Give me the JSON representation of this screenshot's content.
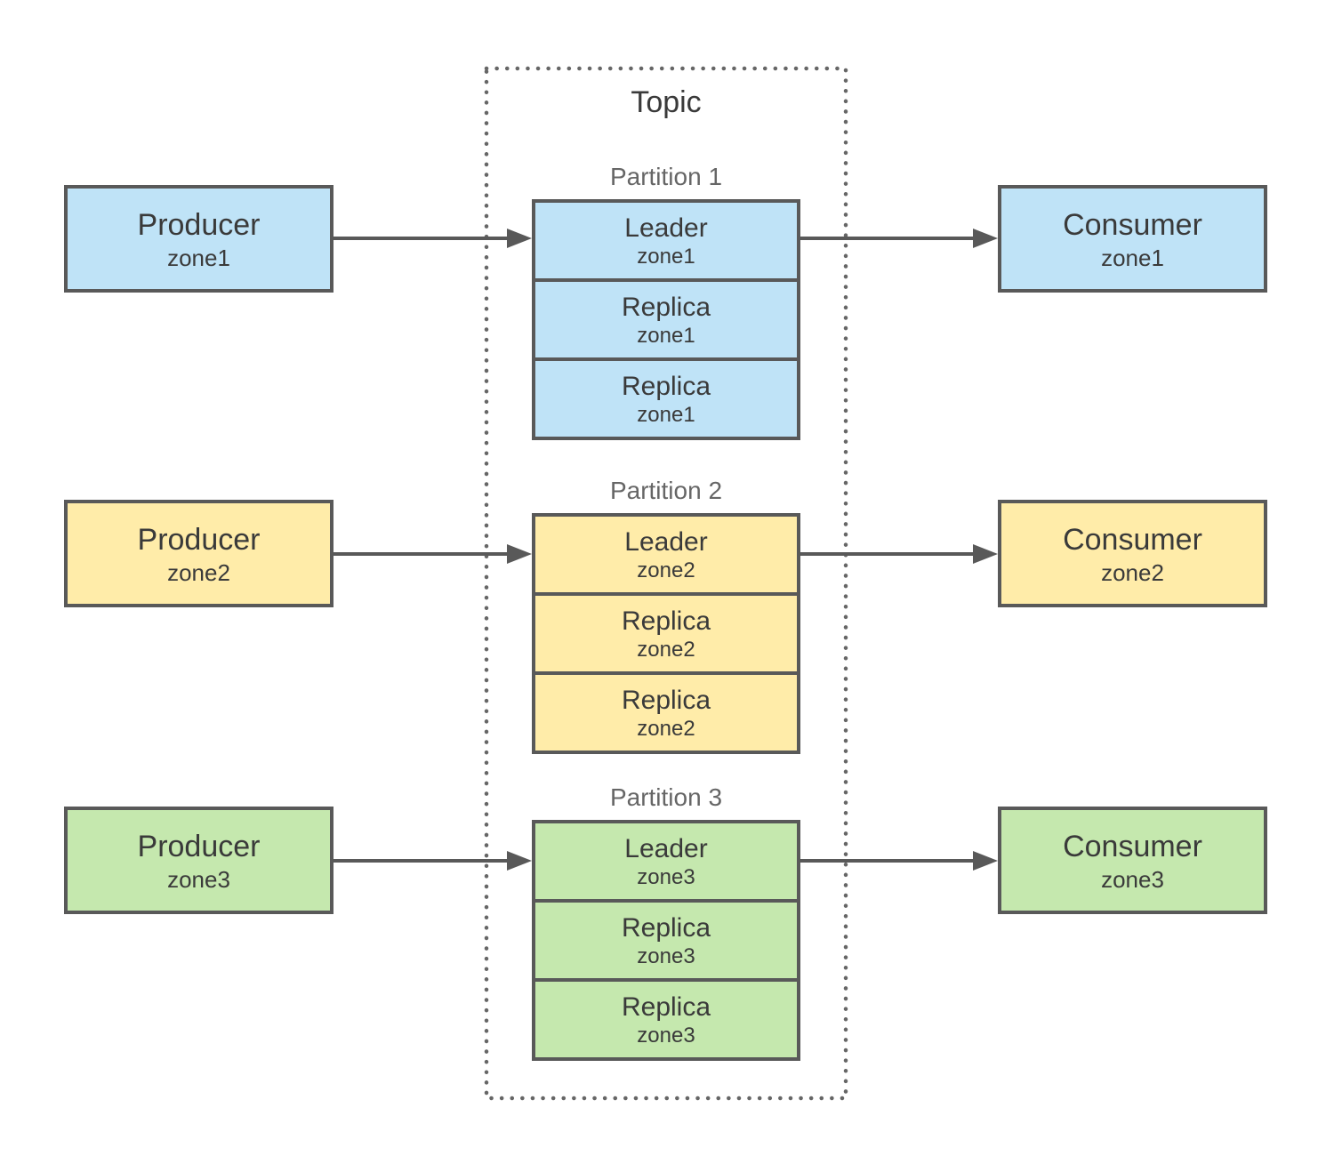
{
  "topic": {
    "title": "Topic"
  },
  "colors": {
    "zone1_fill": "#bfe3f7",
    "zone2_fill": "#ffeca9",
    "zone3_fill": "#c5e8ae",
    "stroke": "#595959",
    "dotted_border": "#666666",
    "text_dark": "#3a3a3a",
    "text_muted": "#666666"
  },
  "rows": [
    {
      "zone": "zone1",
      "producer": {
        "title": "Producer",
        "subtitle": "zone1"
      },
      "partition": {
        "label": "Partition 1",
        "cells": [
          {
            "role": "Leader",
            "zone": "zone1"
          },
          {
            "role": "Replica",
            "zone": "zone1"
          },
          {
            "role": "Replica",
            "zone": "zone1"
          }
        ]
      },
      "consumer": {
        "title": "Consumer",
        "subtitle": "zone1"
      }
    },
    {
      "zone": "zone2",
      "producer": {
        "title": "Producer",
        "subtitle": "zone2"
      },
      "partition": {
        "label": "Partition 2",
        "cells": [
          {
            "role": "Leader",
            "zone": "zone2"
          },
          {
            "role": "Replica",
            "zone": "zone2"
          },
          {
            "role": "Replica",
            "zone": "zone2"
          }
        ]
      },
      "consumer": {
        "title": "Consumer",
        "subtitle": "zone2"
      }
    },
    {
      "zone": "zone3",
      "producer": {
        "title": "Producer",
        "subtitle": "zone3"
      },
      "partition": {
        "label": "Partition 3",
        "cells": [
          {
            "role": "Leader",
            "zone": "zone3"
          },
          {
            "role": "Replica",
            "zone": "zone3"
          },
          {
            "role": "Replica",
            "zone": "zone3"
          }
        ]
      },
      "consumer": {
        "title": "Consumer",
        "subtitle": "zone3"
      }
    }
  ]
}
